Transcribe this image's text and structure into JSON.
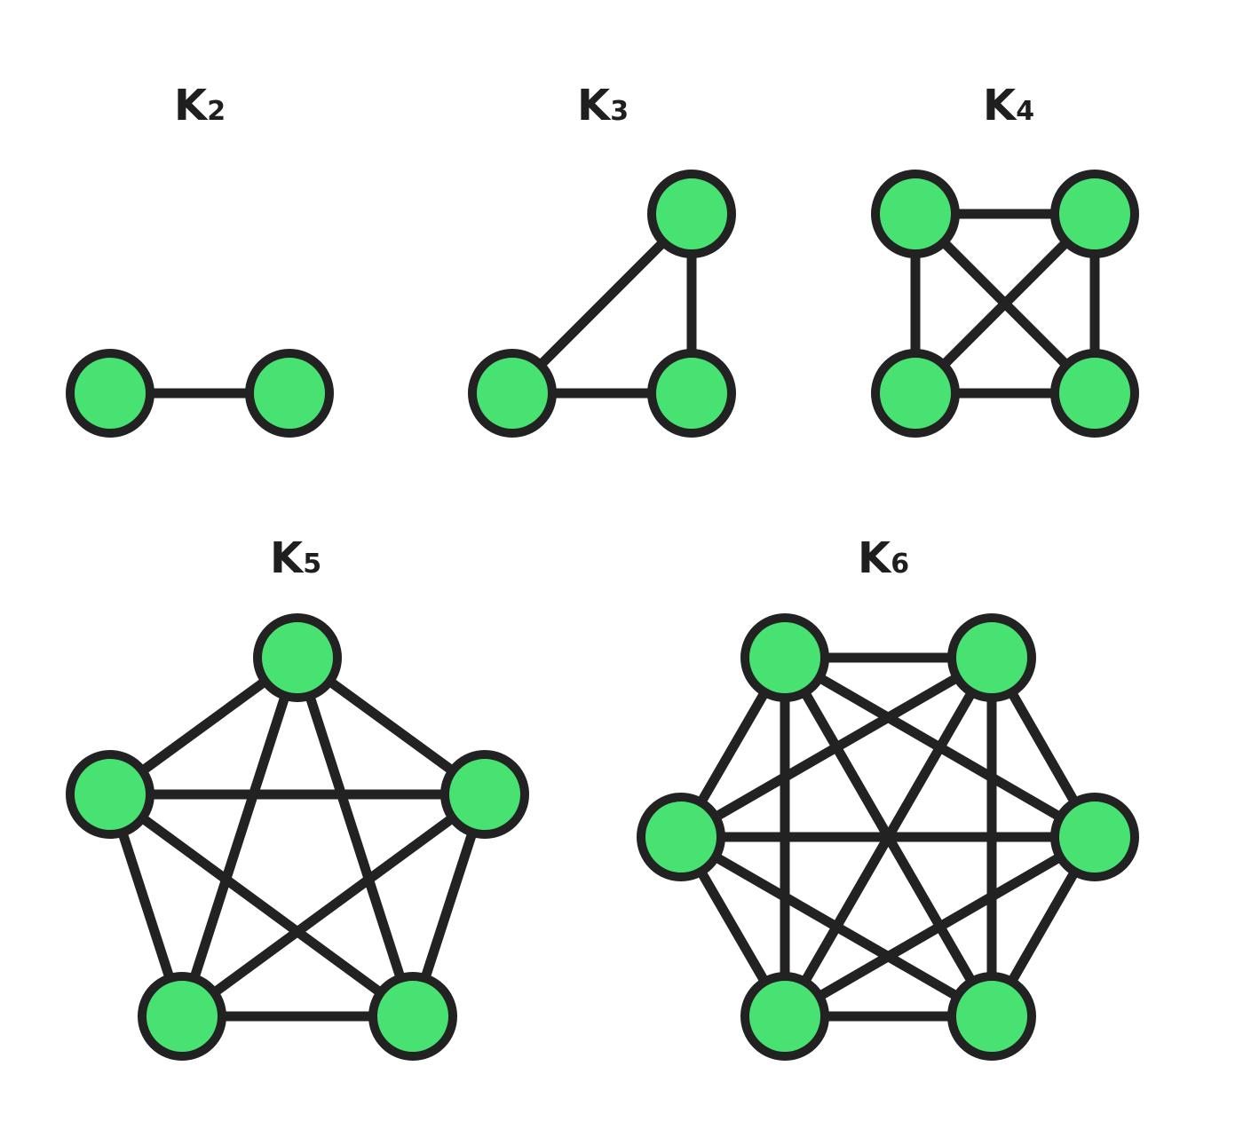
{
  "colors": {
    "node_fill": "#48e273",
    "stroke": "#222222",
    "label": "#1f1f1f",
    "background": "#ffffff"
  },
  "graphs": [
    {
      "id": "k2",
      "label_main": "K",
      "label_sub": "2",
      "vertices": 2
    },
    {
      "id": "k3",
      "label_main": "K",
      "label_sub": "3",
      "vertices": 3
    },
    {
      "id": "k4",
      "label_main": "K",
      "label_sub": "4",
      "vertices": 4
    },
    {
      "id": "k5",
      "label_main": "K",
      "label_sub": "5",
      "vertices": 5
    },
    {
      "id": "k6",
      "label_main": "K",
      "label_sub": "6",
      "vertices": 6
    }
  ]
}
